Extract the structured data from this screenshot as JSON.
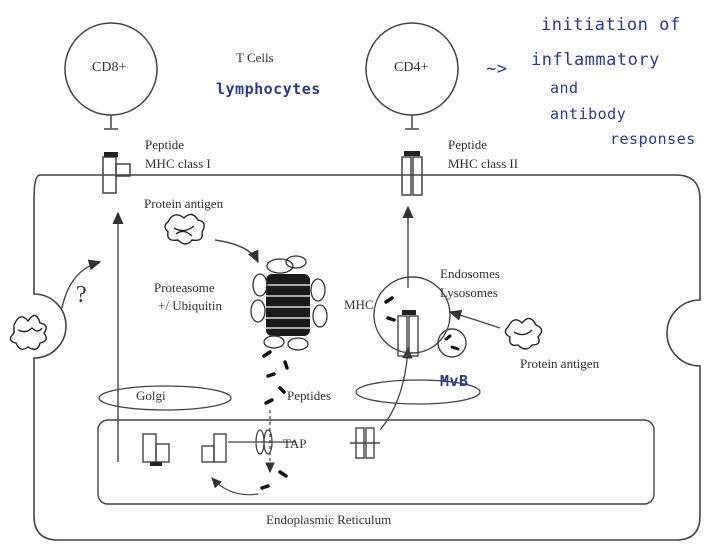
{
  "labels": {
    "cd8": "CD8+",
    "tcells": "T Cells",
    "cd4": "CD4+",
    "peptide_left": "Peptide",
    "mhc1": "MHC class I",
    "peptide_right": "Peptide",
    "mhc2": "MHC class II",
    "protein_antigen_top": "Protein antigen",
    "proteasome": "Proteasome",
    "ubiquitin": "+/ Ubiquitin",
    "question": "?",
    "endosomes": "Endosomes",
    "lysosomes": "Lysosomes",
    "mhc": "MHC",
    "protein_antigen_right": "Protein antigen",
    "golgi": "Golgi",
    "peptides": "Peptides",
    "tap": "TAP",
    "er": "Endoplasmic Reticulum"
  },
  "handwriting": {
    "lymphocytes": "lymphocytes",
    "arrow": "~>",
    "line1": "initiation of",
    "line2": "inflammatory",
    "line3": "and",
    "line4": "antibody",
    "line5": "responses",
    "mvb": "MvB"
  },
  "colors": {
    "ink": "#333333",
    "handwriting": "#2a3a8c",
    "proteasome_fill": "#1a1a1a"
  }
}
